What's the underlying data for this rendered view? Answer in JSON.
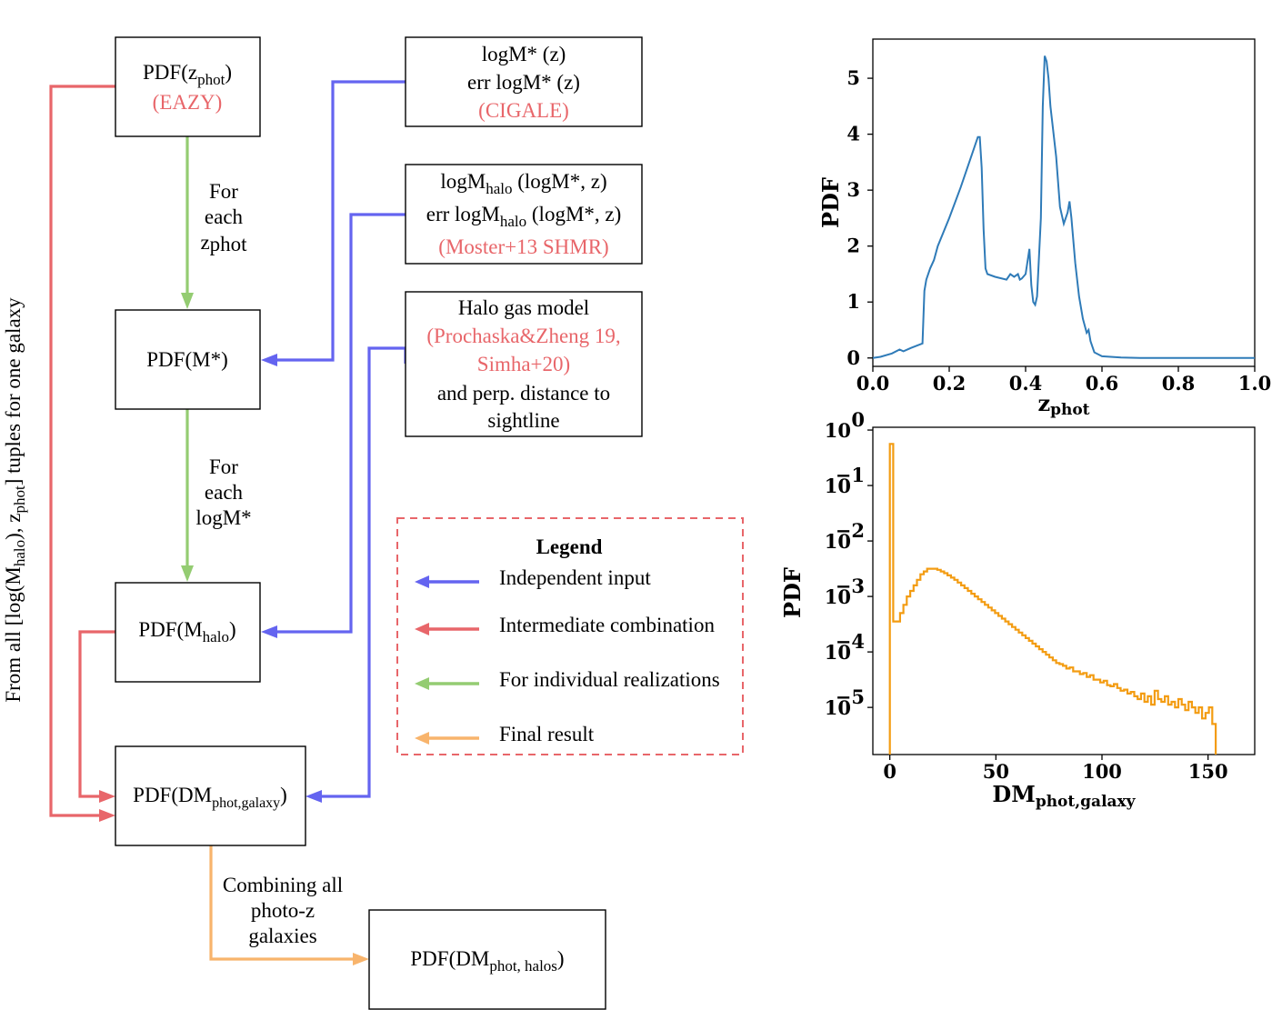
{
  "boxes": {
    "pdf_zphot": {
      "line1_pre": "PDF(z",
      "line1_sub": "phot",
      "line1_post": ")",
      "source": "(EAZY)"
    },
    "logm_star": {
      "line1": "logM* (z)",
      "line2": "err logM* (z)",
      "source": "(CIGALE)"
    },
    "logm_halo": {
      "line1_pre": "logM",
      "line1_sub": "halo",
      "line1_post": " (logM*, z)",
      "line2_pre": "err logM",
      "line2_sub": "halo",
      "line2_post": " (logM*, z)",
      "source": "(Moster+13 SHMR)"
    },
    "halo_gas": {
      "line1": "Halo gas model",
      "source1": "(Prochaska&Zheng 19,",
      "source2": "Simha+20)",
      "line3": "and perp. distance to",
      "line4": "sightline"
    },
    "pdf_mstar": {
      "label": "PDF(M*)"
    },
    "pdf_mhalo": {
      "pre": "PDF(M",
      "sub": "halo",
      "post": ")"
    },
    "pdf_dm_galaxy": {
      "pre": "PDF(DM",
      "sub": "phot,galaxy",
      "post": ")"
    },
    "pdf_dm_halos": {
      "pre": "PDF(DM",
      "sub": "phot, halos",
      "post": ")"
    }
  },
  "edges": {
    "for_each_zphot": {
      "l1": "For",
      "l2": "each",
      "l3_main": "z",
      "l3_sub": "phot"
    },
    "for_each_logm": {
      "l1": "For",
      "l2": "each",
      "l3": "logM*"
    },
    "combining": {
      "l1": "Combining all",
      "l2": "photo-z",
      "l3": "galaxies"
    }
  },
  "side_label": {
    "pre1": "From all [log(M",
    "sub1": "halo",
    "mid": "), z",
    "sub2": "phot",
    "post": "] tuples for one galaxy"
  },
  "legend": {
    "title": "Legend",
    "items": [
      {
        "label": "Independent input",
        "color": "#6464f0"
      },
      {
        "label": "Intermediate combination",
        "color": "#e8666a"
      },
      {
        "label": "For individual realizations",
        "color": "#94cc72"
      },
      {
        "label": "Final result",
        "color": "#f8b46c"
      }
    ]
  },
  "chart_data": [
    {
      "type": "line",
      "xlabel_main": "z",
      "xlabel_sub": "phot",
      "ylabel": "PDF",
      "xlim": [
        0,
        1.0
      ],
      "ylim": [
        -0.15,
        5.7
      ],
      "xticks": [
        0.0,
        0.2,
        0.4,
        0.6,
        0.8,
        1.0
      ],
      "xtick_labels": [
        "0.0",
        "0.2",
        "0.4",
        "0.6",
        "0.8",
        "1.0"
      ],
      "yticks": [
        0,
        1,
        2,
        3,
        4,
        5
      ],
      "ytick_labels": [
        "0",
        "1",
        "2",
        "3",
        "4",
        "5"
      ],
      "color": "#2f7bb8",
      "x": [
        0.0,
        0.02,
        0.05,
        0.07,
        0.08,
        0.1,
        0.13,
        0.135,
        0.14,
        0.15,
        0.16,
        0.17,
        0.2,
        0.23,
        0.26,
        0.275,
        0.28,
        0.285,
        0.29,
        0.295,
        0.3,
        0.32,
        0.35,
        0.36,
        0.37,
        0.38,
        0.385,
        0.39,
        0.4,
        0.41,
        0.415,
        0.42,
        0.425,
        0.43,
        0.44,
        0.445,
        0.45,
        0.455,
        0.46,
        0.465,
        0.47,
        0.48,
        0.49,
        0.5,
        0.51,
        0.515,
        0.52,
        0.53,
        0.54,
        0.55,
        0.56,
        0.565,
        0.57,
        0.58,
        0.6,
        0.65,
        0.7,
        0.8,
        0.9,
        1.0
      ],
      "y": [
        0.0,
        0.02,
        0.08,
        0.15,
        0.12,
        0.18,
        0.26,
        1.2,
        1.4,
        1.6,
        1.75,
        2.0,
        2.5,
        3.05,
        3.65,
        3.95,
        3.95,
        3.4,
        2.3,
        1.6,
        1.5,
        1.45,
        1.4,
        1.5,
        1.45,
        1.5,
        1.4,
        1.42,
        1.5,
        1.95,
        1.3,
        1.0,
        0.95,
        1.1,
        2.5,
        4.5,
        5.4,
        5.3,
        5.0,
        4.5,
        4.2,
        3.6,
        2.7,
        2.4,
        2.6,
        2.8,
        2.5,
        1.7,
        1.1,
        0.7,
        0.45,
        0.5,
        0.3,
        0.1,
        0.03,
        0.01,
        0.0,
        0.0,
        0.0,
        0.0
      ]
    },
    {
      "type": "histogram",
      "xlabel_main": "DM",
      "xlabel_sub": "phot,galaxy",
      "ylabel": "PDF",
      "yscale": "log",
      "xlim": [
        -8,
        172
      ],
      "ylim_exp": [
        -5.85,
        0.05
      ],
      "xticks": [
        0,
        50,
        100,
        150
      ],
      "xtick_labels": [
        "0",
        "50",
        "100",
        "150"
      ],
      "yticks_exp": [
        0,
        -1,
        -2,
        -3,
        -4,
        -5
      ],
      "ytick_base": "10",
      "ytick_exponents": [
        "0",
        "−1",
        "−2",
        "−3",
        "−4",
        "−5"
      ],
      "color": "#f39c12",
      "bin_width": 1.6,
      "log_values": [
        -0.25,
        -3.45,
        -3.45,
        -3.3,
        -3.15,
        -3.0,
        -2.9,
        -2.8,
        -2.7,
        -2.6,
        -2.55,
        -2.5,
        -2.5,
        -2.5,
        -2.52,
        -2.55,
        -2.58,
        -2.62,
        -2.66,
        -2.7,
        -2.75,
        -2.8,
        -2.85,
        -2.9,
        -2.95,
        -3.0,
        -3.05,
        -3.1,
        -3.15,
        -3.2,
        -3.25,
        -3.3,
        -3.35,
        -3.4,
        -3.45,
        -3.5,
        -3.55,
        -3.6,
        -3.65,
        -3.7,
        -3.75,
        -3.8,
        -3.85,
        -3.9,
        -3.95,
        -4.0,
        -4.05,
        -4.1,
        -4.15,
        -4.2,
        -4.22,
        -4.25,
        -4.3,
        -4.28,
        -4.35,
        -4.35,
        -4.4,
        -4.38,
        -4.45,
        -4.42,
        -4.5,
        -4.5,
        -4.55,
        -4.52,
        -4.6,
        -4.62,
        -4.58,
        -4.65,
        -4.7,
        -4.68,
        -4.75,
        -4.72,
        -4.8,
        -4.85,
        -4.75,
        -4.9,
        -4.8,
        -4.95,
        -4.7,
        -4.85,
        -4.9,
        -4.8,
        -4.95,
        -4.9,
        -5.0,
        -4.85,
        -4.95,
        -5.05,
        -4.9,
        -5.0,
        -5.1,
        -5.0,
        -5.2,
        -5.1,
        -5.0,
        -5.3
      ]
    }
  ]
}
